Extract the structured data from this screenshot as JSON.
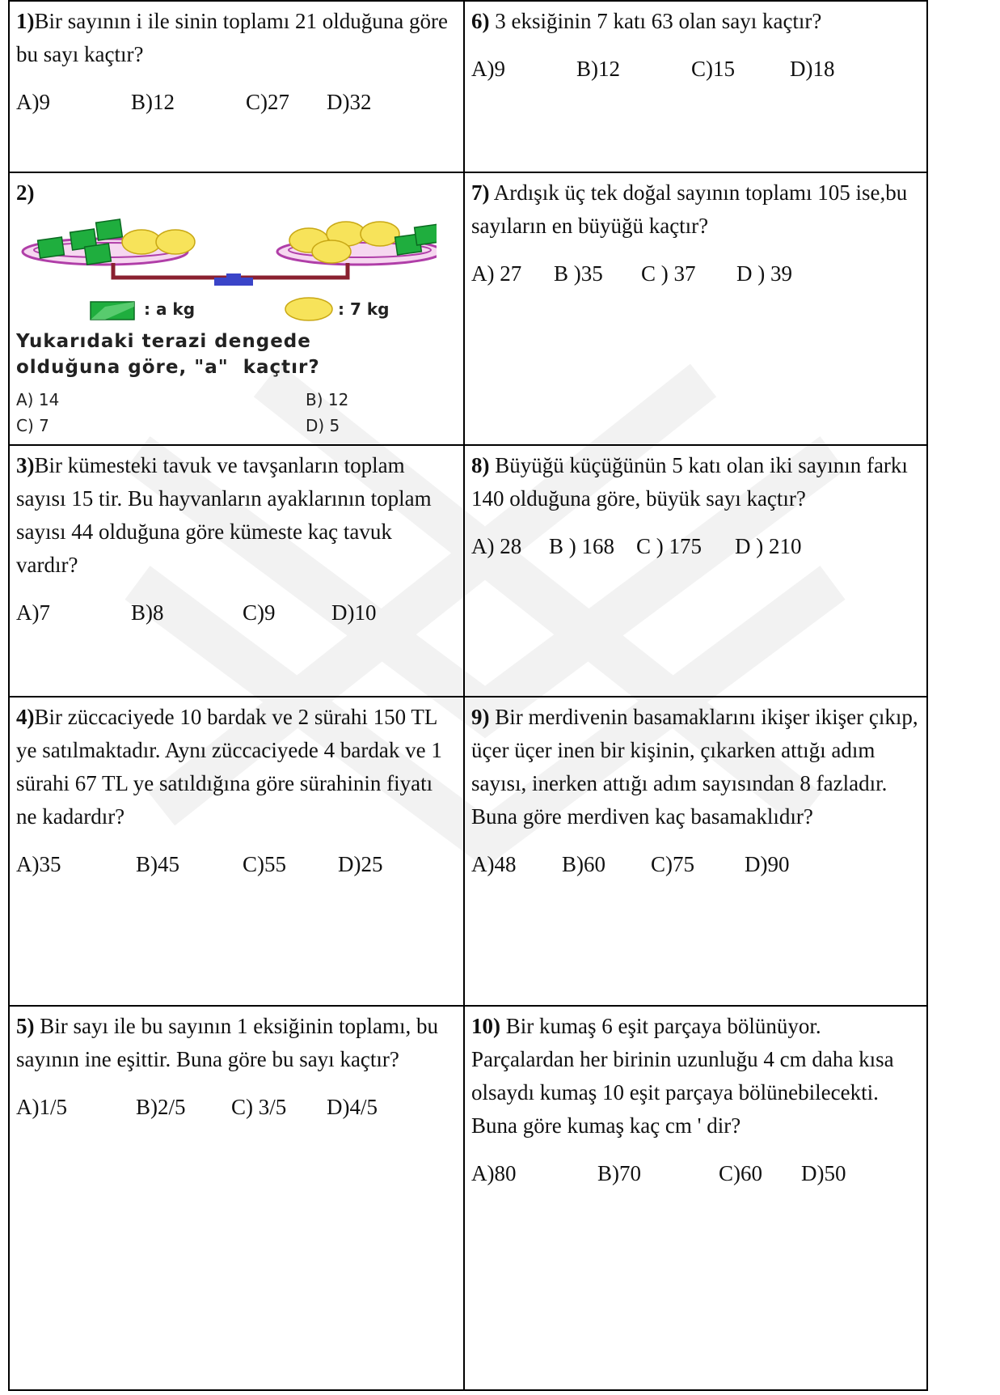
{
  "questions": {
    "q1": {
      "num": "1)",
      "text": "Bir sayının  i ile  sinin toplamı 21 olduğuna göre bu sayı kaçtır?",
      "options": [
        "A)9",
        "B)12",
        "C)27",
        "D)32"
      ]
    },
    "q2": {
      "num": "2)",
      "legend_a": ": a kg",
      "legend_b": ": 7 kg",
      "text_line1": "Yukarıdaki terazi dengede",
      "text_line2": "olduğuna göre, \"a\"  kaçtır?",
      "options": [
        "A) 14",
        "B) 12",
        "C) 7",
        "D) 5"
      ]
    },
    "q3": {
      "num": "3)",
      "text": "Bir kümesteki tavuk ve tavşanların toplam sayısı 15 tir. Bu hayvanların ayaklarının toplam sayısı 44 olduğuna göre kümeste kaç tavuk vardır?",
      "options": [
        "A)7",
        "B)8",
        "C)9",
        "D)10"
      ]
    },
    "q4": {
      "num": "4)",
      "text": "Bir züccaciyede 10 bardak ve 2 sürahi 150 TL ye satılmaktadır. Aynı züccaciyede 4 bardak ve 1 sürahi 67 TL ye satıldığına göre sürahinin fiyatı ne kadardır?",
      "options": [
        "A)35",
        "B)45",
        "C)55",
        "D)25"
      ]
    },
    "q5": {
      "num": "5)",
      "text": " Bir sayı ile bu sayının 1 eksiğinin toplamı, bu sayının  ine eşittir. Buna göre bu sayı kaçtır?",
      "options": [
        "A)1/5",
        "B)2/5",
        "C) 3/5",
        "D)4/5"
      ]
    },
    "q6": {
      "num": "6)",
      "text": " 3 eksiğinin 7 katı 63 olan sayı kaçtır?",
      "options": [
        "A)9",
        "B)12",
        "C)15",
        "D)18"
      ]
    },
    "q7": {
      "num": "7)",
      "text": " Ardışık üç tek doğal sayının toplamı 105 ise,bu sayıların en büyüğü kaçtır?",
      "options": [
        "A) 27",
        "B )35",
        "C ) 37",
        "D ) 39"
      ]
    },
    "q8": {
      "num": "8)",
      "text": " Büyüğü küçüğünün 5 katı olan iki sayının farkı 140 olduğuna göre, büyük sayı kaçtır?",
      "options": [
        "A) 28",
        "B ) 168",
        "C ) 175",
        "D ) 210"
      ]
    },
    "q9": {
      "num": "9)",
      "text": " Bir merdivenin basamaklarını ikişer ikişer çıkıp, üçer üçer inen bir kişinin, çıkarken attığı adım sayısı, inerken attığı adım sayısından 8 fazladır. Buna göre merdiven kaç basamaklıdır?",
      "options": [
        "A)48",
        "B)60",
        "C)75",
        "D)90"
      ]
    },
    "q10": {
      "num": "10)",
      "text": " Bir kumaş 6 eşit parçaya bölünüyor. Parçalardan her birinin uzunluğu 4 cm daha kısa olsaydı kumaş 10 eşit parçaya bölünebilecekti. Buna göre kumaş kaç cm ' dir?",
      "options": [
        "A)80",
        "B)70",
        "C)60",
        "D)50"
      ]
    }
  },
  "colors": {
    "green_block": "#1fae3e",
    "yellow_ball": "#f7e35a",
    "pan": "#b03ea8",
    "beam": "#8a2030",
    "stand": "#3a44c8"
  },
  "icons": {
    "block": "green-block-icon",
    "ball": "yellow-ball-icon"
  }
}
